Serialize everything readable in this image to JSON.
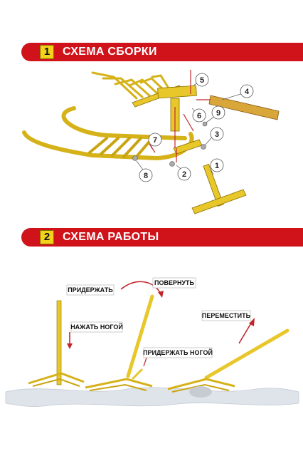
{
  "section1": {
    "number": "1",
    "title": "СХЕМА СБОРКИ"
  },
  "section2": {
    "number": "2",
    "title": "СХЕМА РАБОТЫ"
  },
  "callouts": [
    "1",
    "2",
    "3",
    "4",
    "5",
    "6",
    "7",
    "8",
    "9"
  ],
  "labels": {
    "hold": "ПРИДЕРЖАТЬ",
    "press": "НАЖАТЬ НОГОЙ",
    "turn": "ПОВЕРНУТЬ",
    "hold_foot": "ПРИДЕРЖАТЬ НОГОЙ",
    "move": "ПЕРЕМЕСТИТЬ"
  },
  "colors": {
    "banner": "#d0121b",
    "number_box": "#f2d21b",
    "metal": "#e8c72a",
    "handle": "#d9a63a",
    "arrow": "#c0272d"
  }
}
